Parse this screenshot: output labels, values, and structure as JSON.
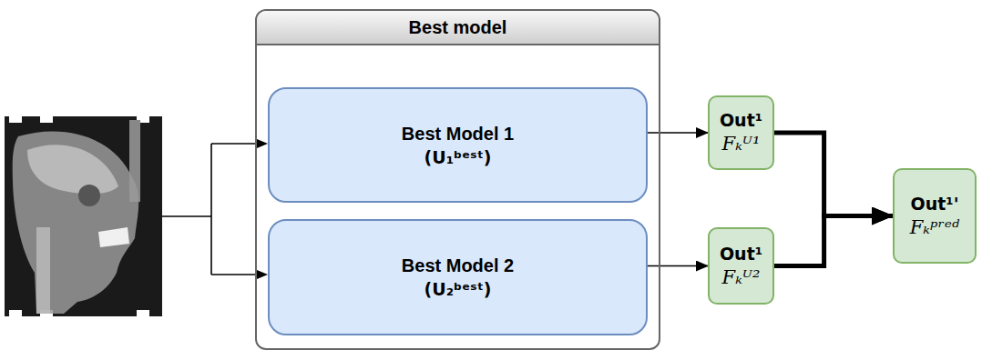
{
  "diagram": {
    "nodes": [
      {
        "text": [
          "Best model"
        ]
      },
      {
        "text": [
          "Best Model 1",
          "(U₁ᵇᵉˢᵗ)"
        ],
        "in": 0
      },
      {
        "text": [
          "Best Model 2",
          "(U₂ᵇᵉˢᵗ)"
        ],
        "in": 0
      },
      {
        "text": [
          "Out¹",
          "Fₖᵁ¹"
        ]
      },
      {
        "text": [
          "Out¹",
          "Fₖᵁ²"
        ]
      },
      {
        "text": [
          "Out¹'",
          "Fₖᵖʳᵉᵈ"
        ]
      }
    ],
    "edges": [
      {
        "from": 1,
        "to": 3,
        "arrow": "to"
      },
      {
        "from": 2,
        "to": 4,
        "arrow": "to"
      },
      {
        "from": 3,
        "to": 5,
        "arrow": "to"
      },
      {
        "from": 4,
        "to": 5,
        "arrow": "to"
      }
    ]
  }
}
